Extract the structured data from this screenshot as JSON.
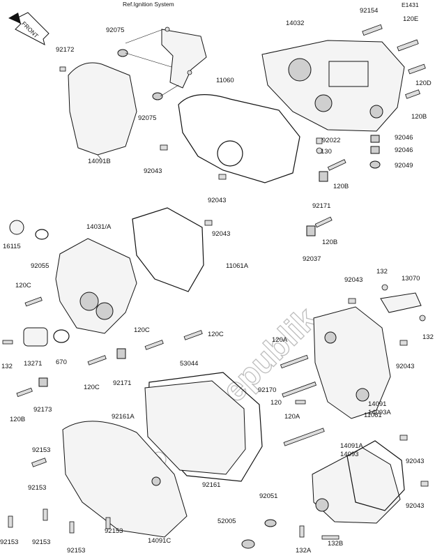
{
  "header": {
    "ref_label": "Ref.Ignition System",
    "diagram_code": "E1431",
    "front_label": "FRONT"
  },
  "watermark": "PartsRepublik",
  "callouts": [
    "92172",
    "92075",
    "92075",
    "14091B",
    "92043",
    "11060",
    "14032",
    "92154",
    "120E",
    "120D",
    "120B",
    "92022",
    "130",
    "92046",
    "92046",
    "92049",
    "120B",
    "92171",
    "92043",
    "120B",
    "92037",
    "16115",
    "92055",
    "14031/A",
    "92043",
    "11061A",
    "120C",
    "120C",
    "120C",
    "132",
    "13271",
    "670",
    "120C",
    "92171",
    "120B",
    "92173",
    "92043",
    "132",
    "13070",
    "132",
    "120A",
    "92043",
    "53044",
    "92161A",
    "92170",
    "120",
    "120A",
    "14091",
    "14093A",
    "92153",
    "92161",
    "11061",
    "14091A",
    "14093",
    "92043",
    "92051",
    "52005",
    "92043",
    "92153",
    "92153",
    "92153",
    "92153",
    "92153",
    "14091C",
    "132A",
    "132B"
  ]
}
